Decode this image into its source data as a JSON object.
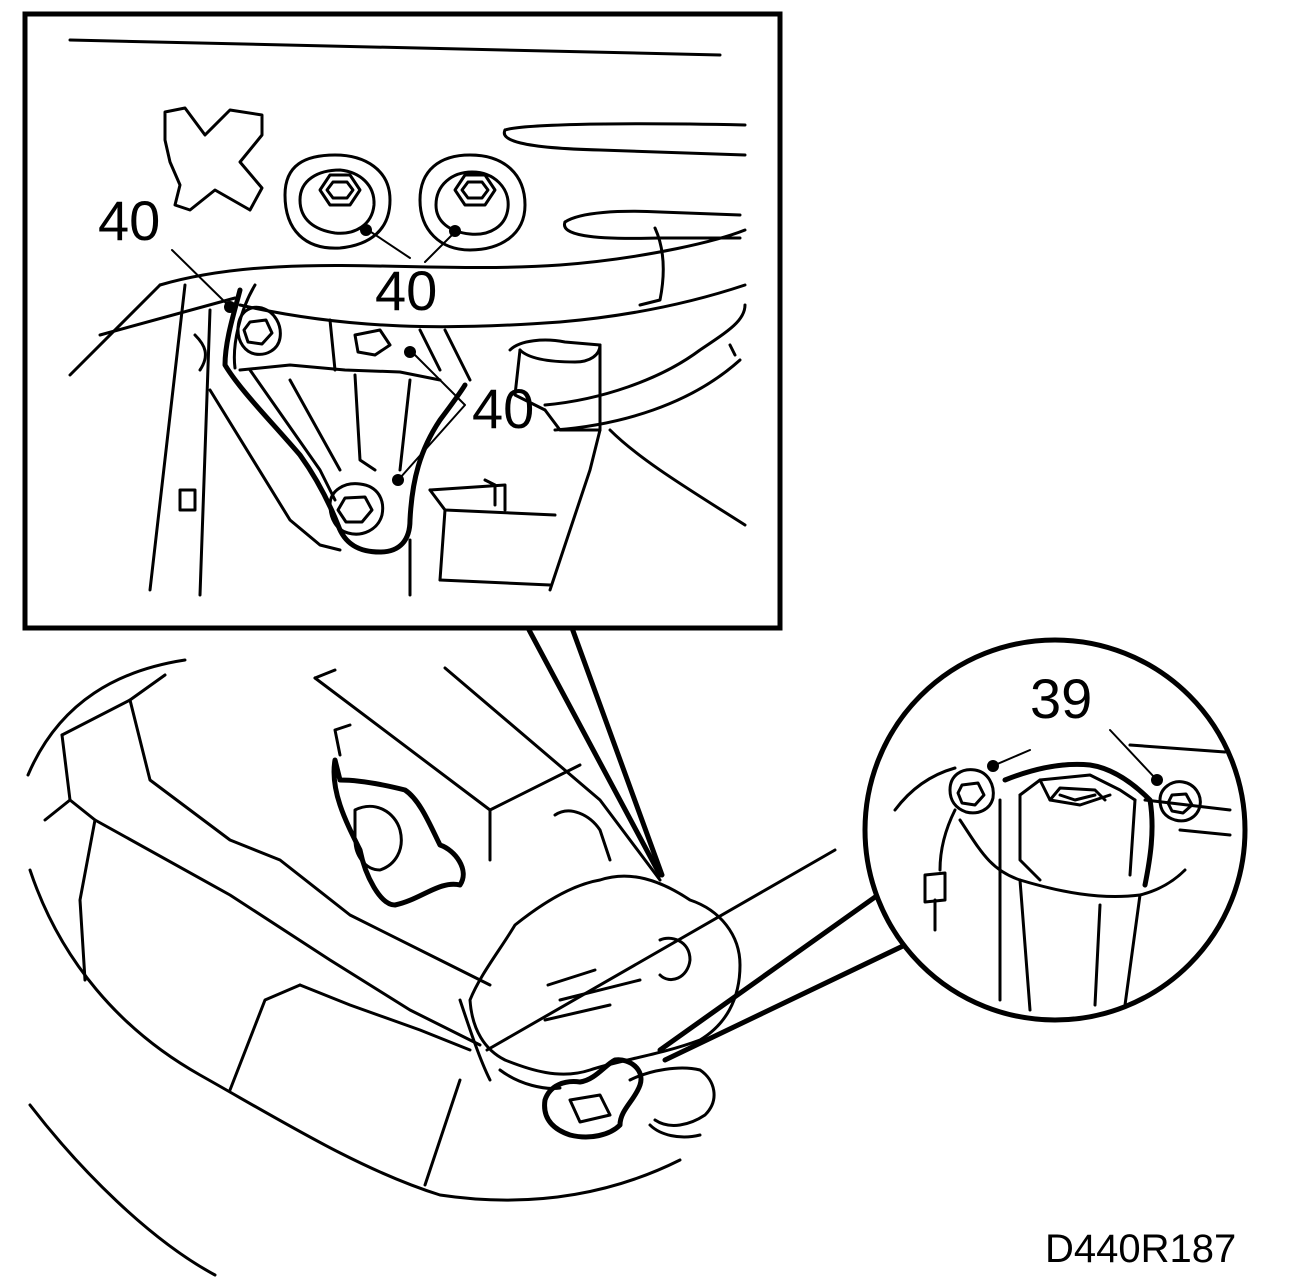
{
  "labels": {
    "inset_top_left": "40",
    "inset_top_center": "40",
    "inset_right": "40",
    "detail_circle": "39"
  },
  "figure_code": "D440R187"
}
